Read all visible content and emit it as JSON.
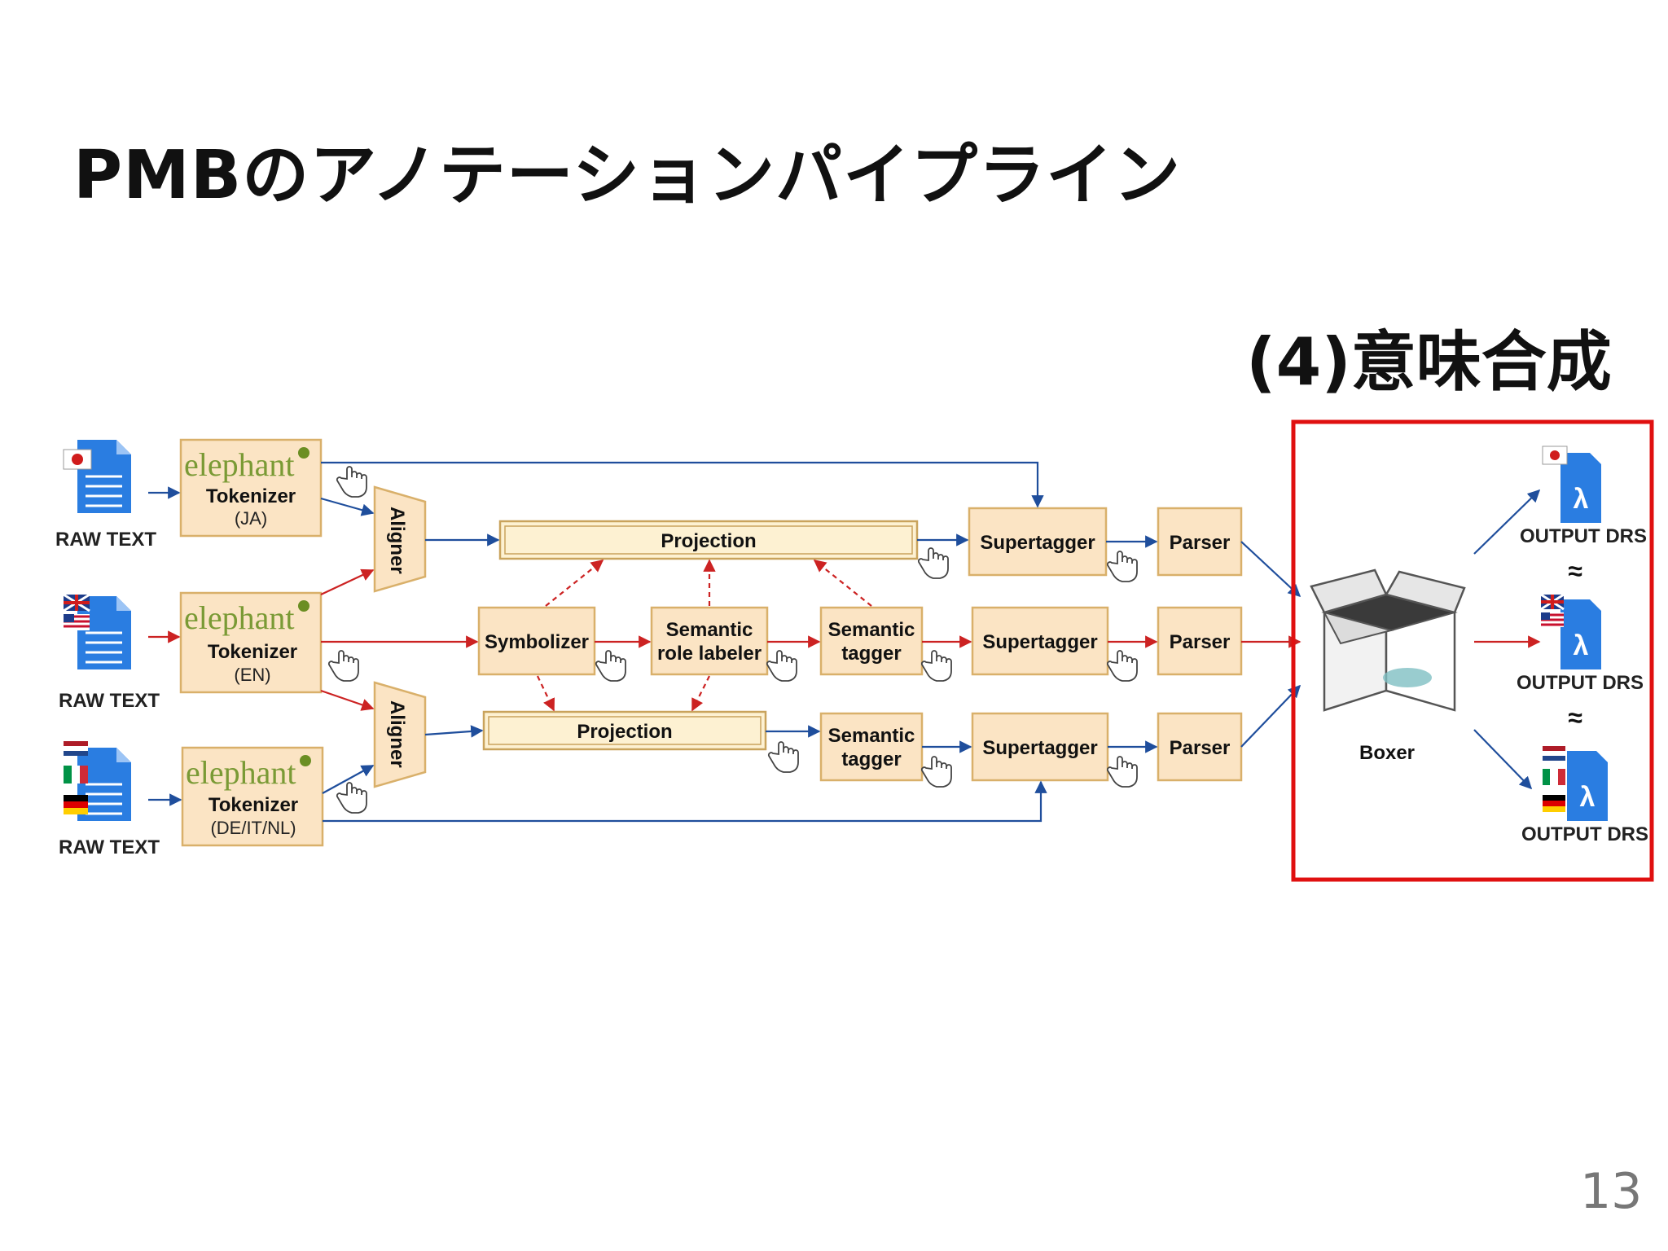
{
  "slide": {
    "title": "PMBのアノテーションパイプライン",
    "section_label": "(4)意味合成",
    "page_number": "13"
  },
  "diagram": {
    "raw_text_label": "RAW TEXT",
    "elephant_label": "elephant",
    "tokenizer_label": "Tokenizer",
    "tokenizer_langs": [
      "(JA)",
      "(EN)",
      "(DE/IT/NL)"
    ],
    "aligner_label": "Aligner",
    "projection_label": "Projection",
    "symbolizer_label": "Symbolizer",
    "srl_line1": "Semantic",
    "srl_line2": "role labeler",
    "semtag_line1": "Semantic",
    "semtag_line2": "tagger",
    "supertagger_label": "Supertagger",
    "parser_label": "Parser",
    "boxer_label": "Boxer",
    "output_label": "OUTPUT DRS",
    "approx_symbol": "≈",
    "lambda_symbol": "λ"
  },
  "colors": {
    "highlight": "#e01010",
    "blue_arrow": "#1f4e9c",
    "red_arrow": "#cc2222",
    "doc_blue": "#2a7de1",
    "box_fill": "#fbe4c4"
  }
}
